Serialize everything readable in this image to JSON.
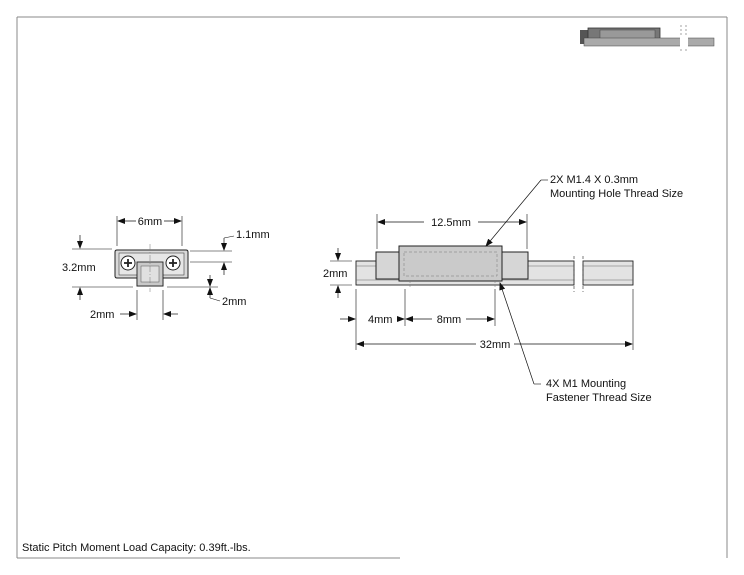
{
  "drawing": {
    "thumbnail_name": "linear-rail-thumbnail",
    "end_view": {
      "width_label": "6mm",
      "height_label": "3.2mm",
      "top_offset_label": "1.1mm",
      "rail_width_label": "2mm",
      "rail_height_label": "2mm"
    },
    "side_view": {
      "carriage_length_label": "12.5mm",
      "height_label": "2mm",
      "end_offset_label": "4mm",
      "hole_spacing_label": "8mm",
      "rail_length_label": "32mm"
    },
    "notes": {
      "mounting_hole_line1": "2X M1.4 X 0.3mm",
      "mounting_hole_line2": "Mounting Hole Thread Size",
      "fastener_line1": "4X M1 Mounting",
      "fastener_line2": "Fastener Thread Size"
    },
    "footer": {
      "load_capacity": "Static Pitch Moment Load Capacity: 0.39ft.-lbs."
    }
  }
}
